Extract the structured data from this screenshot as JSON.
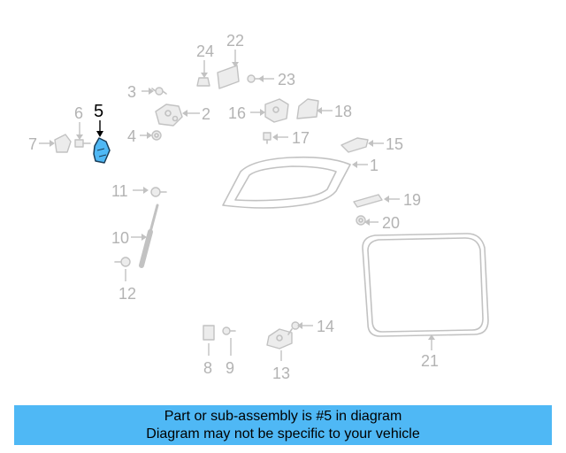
{
  "highlight": {
    "part_number": "5",
    "color": "#4fb8f5"
  },
  "labels": {
    "p1": "1",
    "p2": "2",
    "p3": "3",
    "p4": "4",
    "p5": "5",
    "p6": "6",
    "p7": "7",
    "p8": "8",
    "p9": "9",
    "p10": "10",
    "p11": "11",
    "p12": "12",
    "p13": "13",
    "p14": "14",
    "p15": "15",
    "p16": "16",
    "p17": "17",
    "p18": "18",
    "p19": "19",
    "p20": "20",
    "p21": "21",
    "p22": "22",
    "p23": "23",
    "p24": "24"
  },
  "caption": {
    "line1": "Part or sub-assembly is #5 in diagram",
    "line2": "Diagram may not be specific to your vehicle",
    "background": "#4fb8f5"
  }
}
